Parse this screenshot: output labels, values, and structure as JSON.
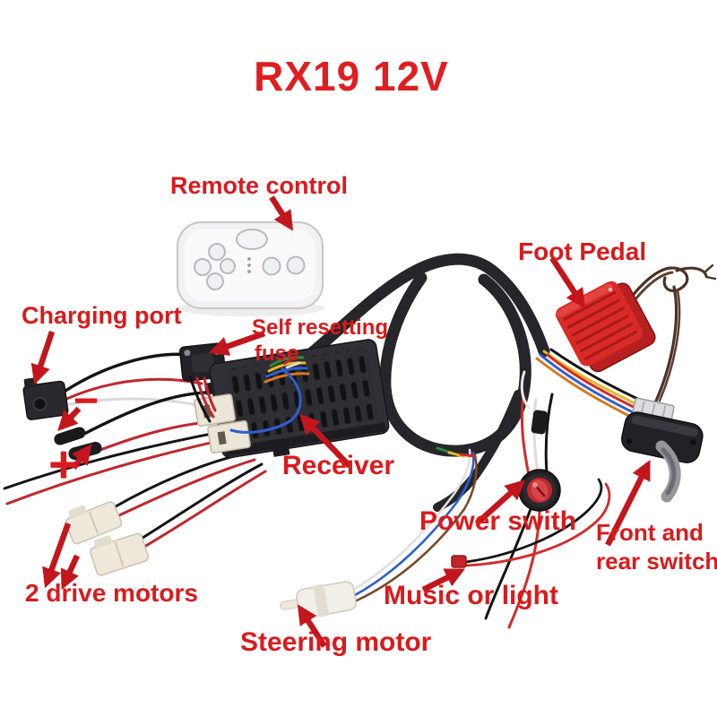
{
  "title": "RX19 12V",
  "colors": {
    "title_red": "#e01e20",
    "label_red": "#da1a1c",
    "arrow_red": "#c3161c",
    "foot_pedal_red": "#d92a26",
    "power_switch_red": "#c4282e"
  },
  "annotations": {
    "remote_control": "Remote control",
    "foot_pedal": "Foot Pedal",
    "charging_port": "Charging port",
    "self_resetting_fuse": {
      "line1": "Self resetting",
      "line2": "fuse"
    },
    "receiver": "Receiver",
    "battery_minus": "−",
    "battery_plus": "+",
    "drive_motors": "2 drive motors",
    "power_switch": "Power swith",
    "front_rear_switch": {
      "line1": "Front and",
      "line2": "rear switch"
    },
    "music_or_light": "Music or light",
    "steering_motor": "Steering motor"
  }
}
